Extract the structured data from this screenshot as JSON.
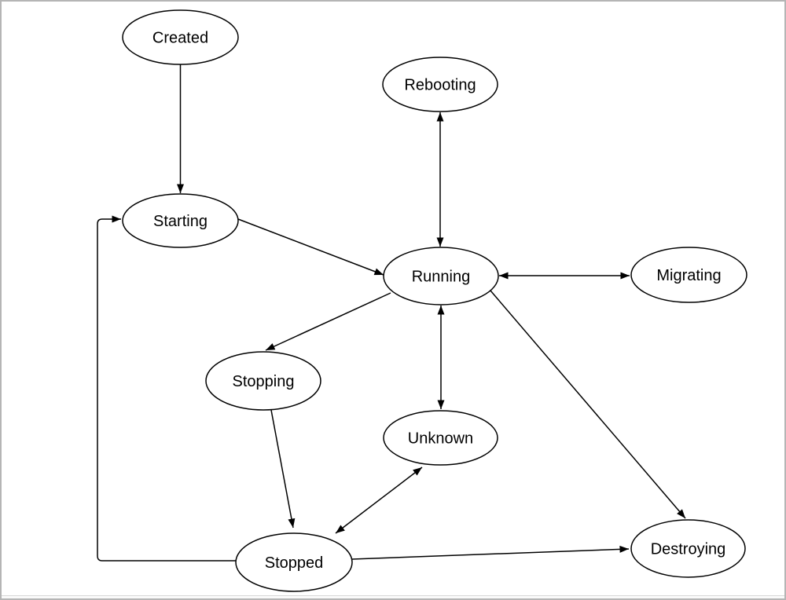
{
  "canvas": {
    "background_color": "#ffffff",
    "border_color": "#b5b5b5",
    "shape_stroke_color": "#000000",
    "text_color": "#000000"
  },
  "nodes": [
    {
      "id": "created",
      "label": "Created"
    },
    {
      "id": "rebooting",
      "label": "Rebooting"
    },
    {
      "id": "starting",
      "label": "Starting"
    },
    {
      "id": "running",
      "label": "Running"
    },
    {
      "id": "migrating",
      "label": "Migrating"
    },
    {
      "id": "stopping",
      "label": "Stopping"
    },
    {
      "id": "unknown",
      "label": "Unknown"
    },
    {
      "id": "stopped",
      "label": "Stopped"
    },
    {
      "id": "destroying",
      "label": "Destroying"
    }
  ],
  "edges": [
    {
      "from": "Created",
      "to": "Starting",
      "bidirectional": false
    },
    {
      "from": "Starting",
      "to": "Running",
      "bidirectional": false
    },
    {
      "from": "Running",
      "to": "Rebooting",
      "bidirectional": true
    },
    {
      "from": "Running",
      "to": "Migrating",
      "bidirectional": true
    },
    {
      "from": "Running",
      "to": "Stopping",
      "bidirectional": false
    },
    {
      "from": "Running",
      "to": "Unknown",
      "bidirectional": true
    },
    {
      "from": "Running",
      "to": "Destroying",
      "bidirectional": false
    },
    {
      "from": "Stopping",
      "to": "Stopped",
      "bidirectional": false
    },
    {
      "from": "Unknown",
      "to": "Stopped",
      "bidirectional": true
    },
    {
      "from": "Stopped",
      "to": "Destroying",
      "bidirectional": false
    },
    {
      "from": "Stopped",
      "to": "Starting",
      "bidirectional": false
    }
  ]
}
